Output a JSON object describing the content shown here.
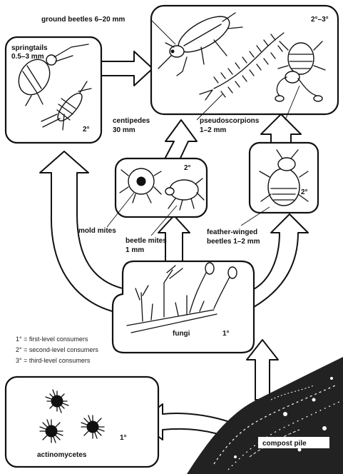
{
  "labels": {
    "ground_beetles": "ground beetles 6–20 mm",
    "level_top": "2°–3°",
    "springtails_1": "springtails",
    "springtails_2": "0.5–3 mm",
    "level_springtails": "2°",
    "centipedes_1": "centipedes",
    "centipedes_2": "30 mm",
    "pseudoscorpions_1": "pseudoscorpions",
    "pseudoscorpions_2": "1–2 mm",
    "level_mites": "2°",
    "level_featherwing": "2°",
    "mold_mites": "mold mites",
    "beetle_mites_1": "beetle mites",
    "beetle_mites_2": "1 mm",
    "feather_winged_1": "feather-winged",
    "feather_winged_2": "beetles 1–2 mm",
    "fungi": "fungi",
    "level_fungi": "1°",
    "actinomycetes": "actinomycetes",
    "level_actino": "1°",
    "compost_pile": "compost pile"
  },
  "legend": [
    "1° = first-level consumers",
    "2° = second-level consumers",
    "3° = third-level consumers"
  ]
}
